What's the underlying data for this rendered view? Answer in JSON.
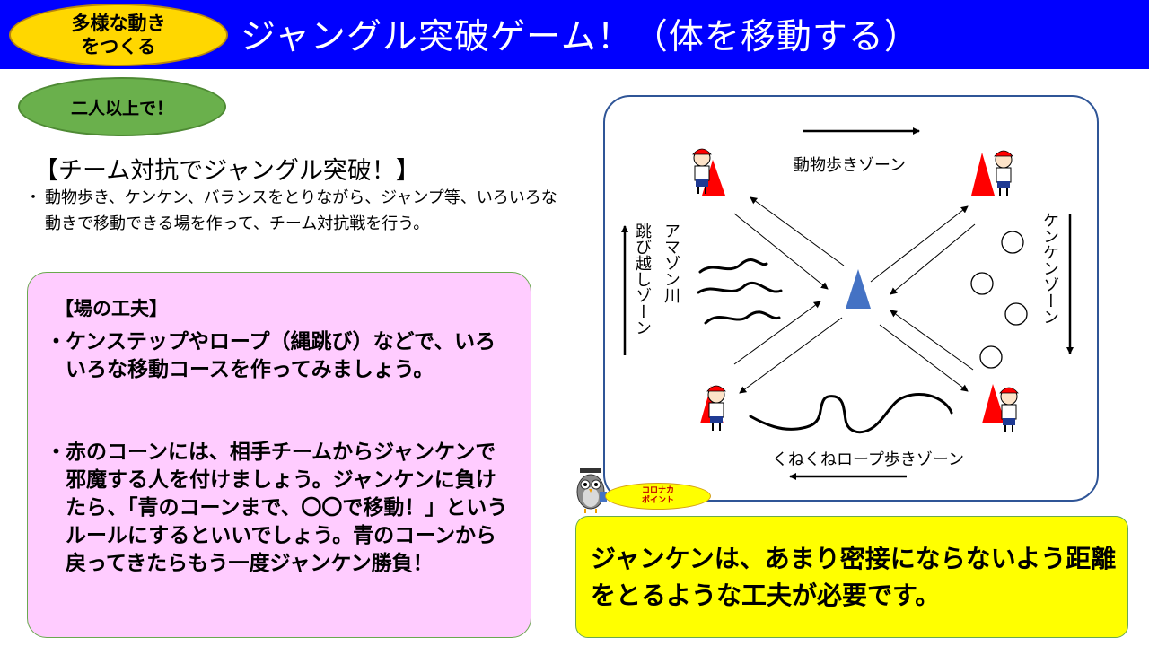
{
  "header": {
    "tag_line1": "多様な動き",
    "tag_line2": "をつくる",
    "title": "ジャングル突破ゲーム！（体を移動する）"
  },
  "badge": "二人以上で！",
  "heading": "【チーム対抗でジャングル突破！】",
  "description": {
    "bullet": "・",
    "text": "動物歩き、ケンケン、バランスをとりながら、ジャンプ等、いろいろな動きで移動できる場を作って、チーム対抗戦を行う。"
  },
  "tips": {
    "heading": "【場の工夫】",
    "items": [
      {
        "bullet": "・",
        "text": "ケンステップやロープ（縄跳び）などで、いろいろな移動コースを作ってみましょう。"
      },
      {
        "bullet": "・",
        "text": "赤のコーンには、相手チームからジャンケンで邪魔する人を付けましょう。ジャンケンに負けたら、「青のコーンまで、〇〇で移動！」というルールにするといいでしょう。青のコーンから戻ってきたらもう一度ジャンケン勝負！"
      }
    ]
  },
  "diagram": {
    "zone_top": "動物歩きゾーン",
    "zone_right": "ケンケンゾーン",
    "zone_bottom": "くねくねロープ歩きゾーン",
    "zone_left_outer": "跳び越しゾーン",
    "zone_left_inner": "アマゾン川"
  },
  "corona": {
    "line1": "コロナカ",
    "line2": "ポイント",
    "text": "ジャンケンは、あまり密接にならないよう距離をとるような工夫が必要です。"
  },
  "colors": {
    "header_bg": "#0000ff",
    "tag_bg": "#ffd700",
    "badge_bg": "#6ab04c",
    "tips_bg": "#ffccff",
    "note_bg": "#ffff00",
    "red_cone": "#ff0000",
    "blue_cone": "#4472c4"
  }
}
